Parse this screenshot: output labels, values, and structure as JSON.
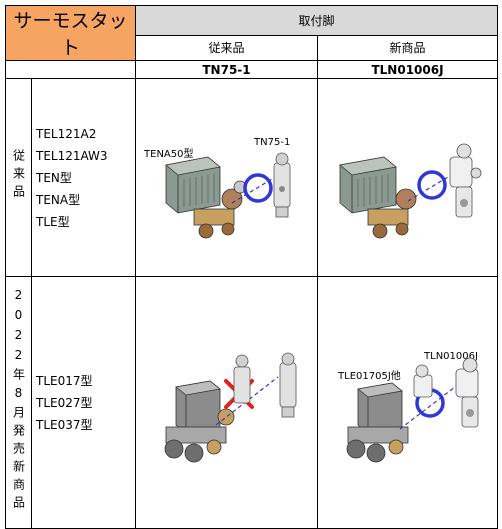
{
  "header": {
    "title": "サーモスタット",
    "group": "取付脚",
    "col_old": "従来品",
    "col_new": "新商品",
    "code_old": "TN75-1",
    "code_new": "TLN01006J"
  },
  "rows": [
    {
      "group_label": "従来品",
      "models": [
        "TEL121A2",
        "TEL121AW3",
        "TEN型",
        "TENA型",
        "TLE型"
      ],
      "old_img_labels": [
        "TENA50型",
        "TN75-1"
      ],
      "new_img_labels": []
    },
    {
      "group_label": "2022年8月発売新商品",
      "models": [
        "TLE017型",
        "TLE027型",
        "TLE037型"
      ],
      "old_img_labels": [],
      "new_img_labels": [
        "TLE01705J他",
        "TLN01006J"
      ]
    }
  ],
  "colors": {
    "title_bg": "#f6a462",
    "header_bg": "#d9d9d9",
    "circle": "#2f38d6",
    "cross": "#e01f1f"
  }
}
